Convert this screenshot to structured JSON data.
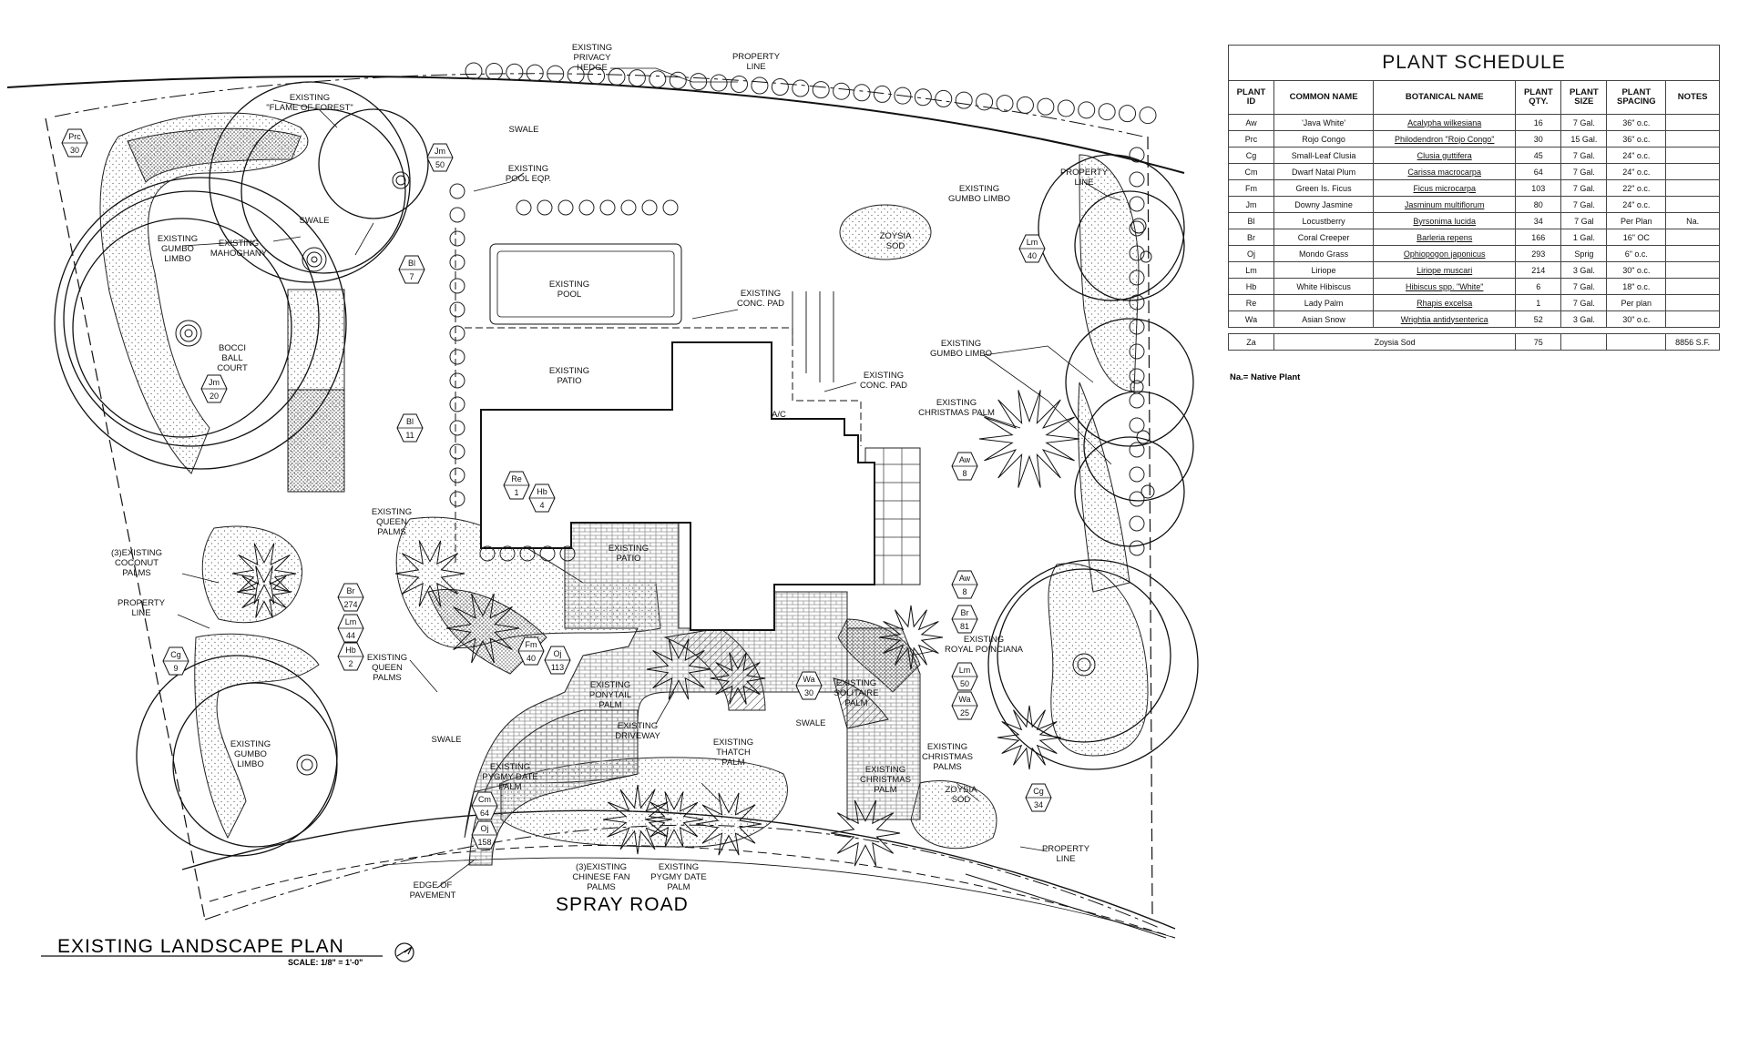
{
  "plan": {
    "title": "EXISTING LANDSCAPE PLAN",
    "scale": "SCALE: 1/8\" = 1'-0\"",
    "road": "SPRAY ROAD",
    "labels": [
      "EXISTING\nPRIVACY\nHEDGE",
      "PROPERTY\nLINE",
      "EXISTING\n\"FLAME OF FOREST\"",
      "SWALE",
      "EXISTING\nPOOL EQP.",
      "PROPERTY\nLINE",
      "EXISTING\nGUMBO LIMBO",
      "SWALE",
      "EXISTING\nGUMBO\nLIMBO",
      "EXISTING\nMAHOGHANY",
      "EXISTING\nPOOL",
      "EXISTING\nCONC. PAD",
      "ZOYSIA\nSOD",
      "BOCCI\nBALL\nCOURT",
      "EXISTING\nPATIO",
      "EXISTING\nGUMBO LIMBO",
      "EXISTING\nCONC. PAD",
      "A/C",
      "EXISTING\nCHRISTMAS PALM",
      "EXISTING\nQUEEN\nPALMS",
      "EXISTING\nPATIO",
      "(3)EXISTING\nCOCONUT\nPALMS",
      "PROPERTY\nLINE",
      "EXISTING\nQUEEN\nPALMS",
      "EXISTING\nROYAL POINCIANA",
      "EXISTING\nPONYTAIL\nPALM",
      "EXISTING\nDRIVEWAY",
      "EXISTING\nTHATCH\nPALM",
      "EXISTING\nSOLITAIRE\nPALM",
      "SWALE",
      "EXISTING\nGUMBO\nLIMBO",
      "SWALE",
      "EXISTING\nCHRISTMAS\nPALM",
      "EXISTING\nCHRISTMAS\nPALMS",
      "ZOYSIA\nSOD",
      "EXISTING\nPYGMY DATE\nPALM",
      "PROPERTY\nLINE",
      "EDGE OF\nPAVEMENT",
      "(3)EXISTING\nCHINESE FAN\nPALMS",
      "EXISTING\nPYGMY DATE\nPALM"
    ],
    "tags": [
      {
        "id": "Prc",
        "qty": "30"
      },
      {
        "id": "Jm",
        "qty": "50"
      },
      {
        "id": "Bl",
        "qty": "7"
      },
      {
        "id": "Lm",
        "qty": "40"
      },
      {
        "id": "Jm",
        "qty": "20"
      },
      {
        "id": "Bl",
        "qty": "11"
      },
      {
        "id": "Re",
        "qty": "1"
      },
      {
        "id": "Hb",
        "qty": "4"
      },
      {
        "id": "Aw",
        "qty": "8"
      },
      {
        "id": "Aw",
        "qty": "8"
      },
      {
        "id": "Br",
        "qty": "81"
      },
      {
        "id": "Br",
        "qty": "274"
      },
      {
        "id": "Lm",
        "qty": "44"
      },
      {
        "id": "Hb",
        "qty": "2"
      },
      {
        "id": "Cg",
        "qty": "9"
      },
      {
        "id": "Fm",
        "qty": "40"
      },
      {
        "id": "Oj",
        "qty": "113"
      },
      {
        "id": "Wa",
        "qty": "30"
      },
      {
        "id": "Lm",
        "qty": "50"
      },
      {
        "id": "Wa",
        "qty": "25"
      },
      {
        "id": "Cg",
        "qty": "34"
      },
      {
        "id": "Cm",
        "qty": "64"
      },
      {
        "id": "Oj",
        "qty": "158"
      }
    ]
  },
  "schedule": {
    "title": "PLANT SCHEDULE",
    "headers": [
      "PLANT\nID",
      "COMMON NAME",
      "BOTANICAL NAME",
      "PLANT\nQTY.",
      "PLANT\nSIZE",
      "PLANT\nSPACING",
      "NOTES"
    ],
    "rows": [
      [
        "Aw",
        "'Java White'",
        "Acalypha wilkesiana",
        "16",
        "7 Gal.",
        "36\" o.c.",
        ""
      ],
      [
        "Prc",
        "Rojo Congo",
        "Philodendron \"Rojo Congo\"",
        "30",
        "15 Gal.",
        "36\" o.c.",
        ""
      ],
      [
        "Cg",
        "Small-Leaf Clusia",
        "Clusia guttifera",
        "45",
        "7 Gal.",
        "24\" o.c.",
        ""
      ],
      [
        "Cm",
        "Dwarf Natal Plum",
        "Carissa macrocarpa",
        "64",
        "7 Gal.",
        "24\" o.c.",
        ""
      ],
      [
        "Fm",
        "Green Is. Ficus",
        "Ficus microcarpa",
        "103",
        "7 Gal.",
        "22\" o.c.",
        ""
      ],
      [
        "Jm",
        "Downy Jasmine",
        "Jasminum multiflorum",
        "80",
        "7 Gal.",
        "24\" o.c.",
        ""
      ],
      [
        "Bl",
        "Locustberry",
        "Byrsonima lucida",
        "34",
        "7 Gal",
        "Per Plan",
        "Na."
      ],
      [
        "Br",
        "Coral Creeper",
        "Barleria repens",
        "166",
        "1 Gal.",
        "16\" OC",
        ""
      ],
      [
        "Oj",
        "Mondo Grass",
        "Ophiopogon japonicus",
        "293",
        "Sprig",
        "6\" o.c.",
        ""
      ],
      [
        "Lm",
        "Liriope",
        "Liriope muscari",
        "214",
        "3 Gal.",
        "30\" o.c.",
        ""
      ],
      [
        "Hb",
        "White Hibiscus",
        "Hibiscus spp. \"White\"",
        "6",
        "7 Gal.",
        "18\" o.c.",
        ""
      ],
      [
        "Re",
        "Lady Palm",
        "Rhapis excelsa",
        "1",
        "7 Gal.",
        "Per plan",
        ""
      ],
      [
        "Wa",
        "Asian Snow",
        "Wrightia antidysenterica",
        "52",
        "3 Gal.",
        "30\" o.c.",
        ""
      ]
    ],
    "sod_row": [
      "Za",
      "Zoysia Sod",
      "75",
      "8856 S.F."
    ],
    "note": "Na.= Native Plant"
  }
}
